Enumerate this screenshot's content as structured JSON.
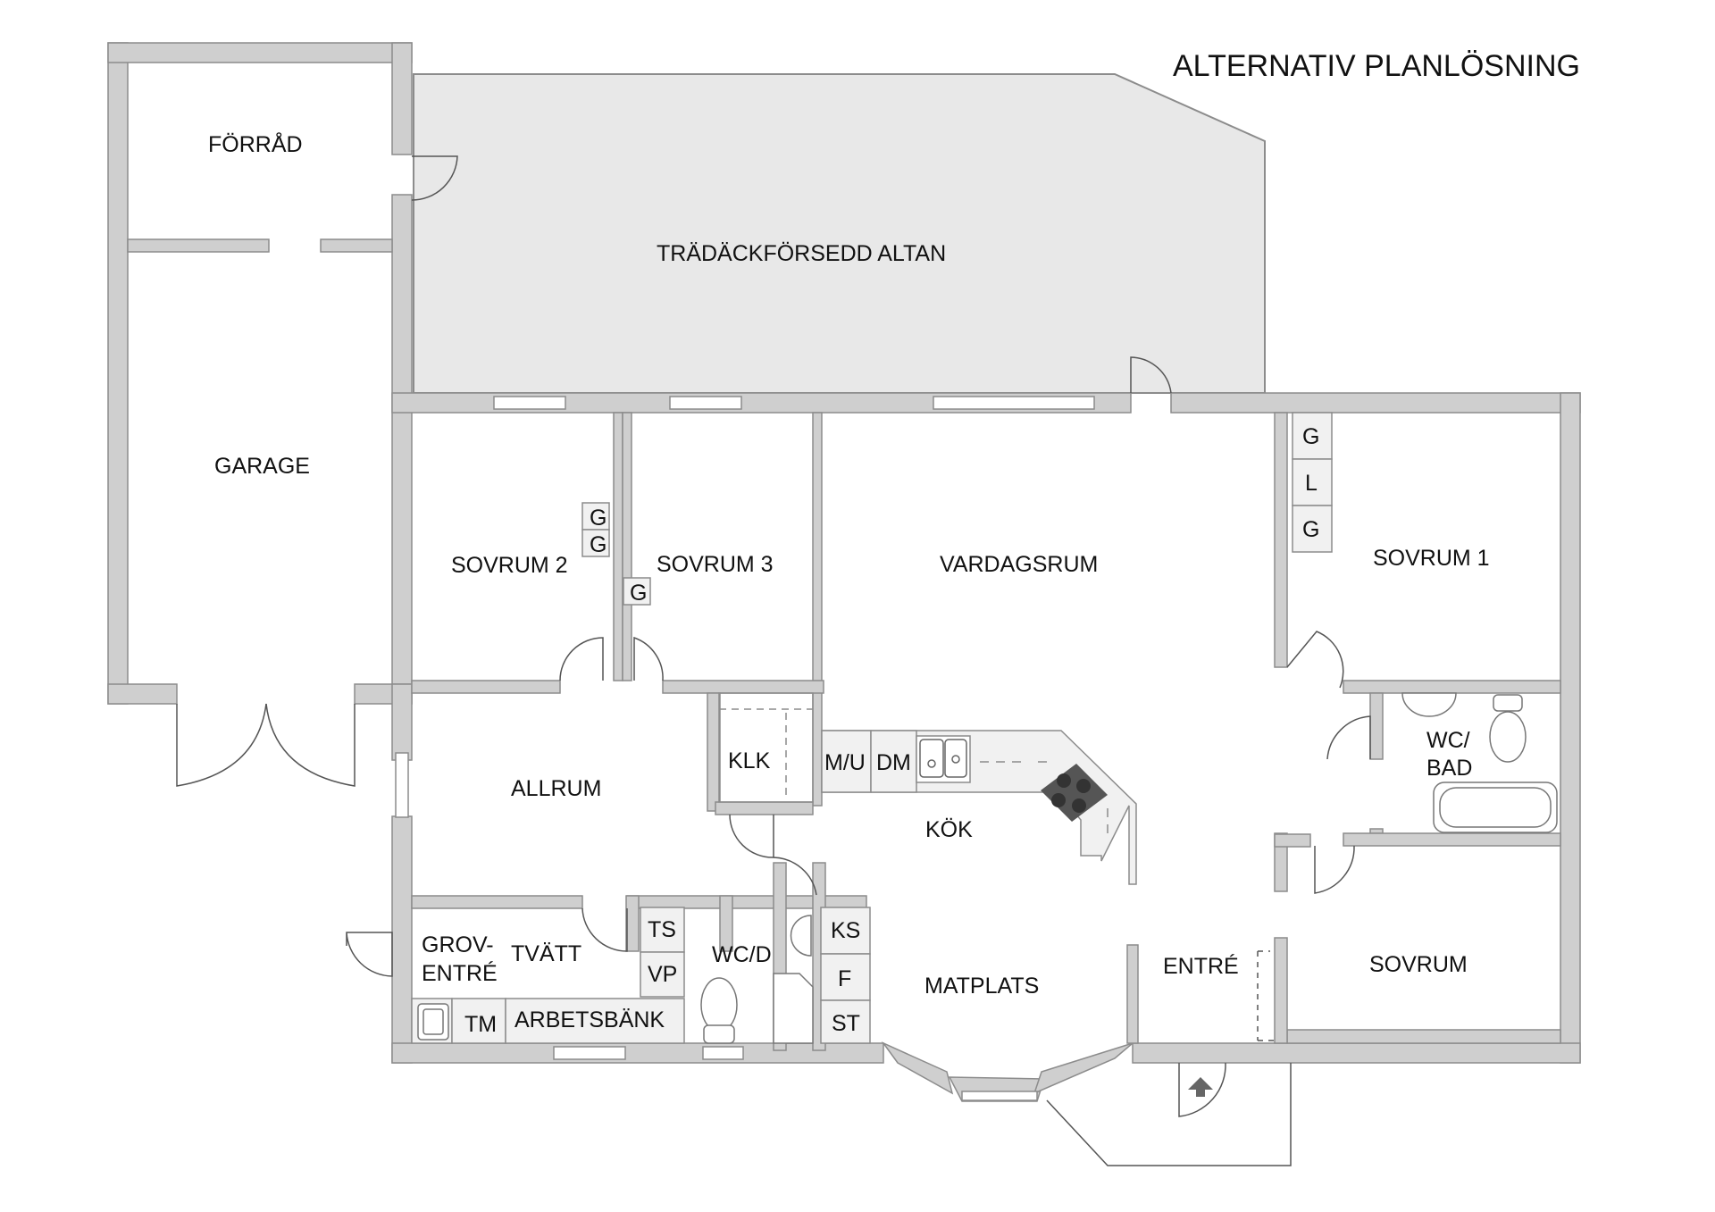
{
  "title": "ALTERNATIV PLANLÖSNING",
  "colors": {
    "wall": "#cfcfcf",
    "wall_stroke": "#8c8c8c",
    "deck": "#e8e8e8",
    "fixture": "#f1f1f1",
    "text": "#111111"
  },
  "rooms": {
    "forrad": "FÖRRÅD",
    "garage": "GARAGE",
    "altan": "TRÄDÄCKFÖRSEDD ALTAN",
    "sovrum2": "SOVRUM 2",
    "sovrum3": "SOVRUM 3",
    "vardagsrum": "VARDAGSRUM",
    "sovrum1": "SOVRUM 1",
    "wcbad_line1": "WC/",
    "wcbad_line2": "BAD",
    "allrum": "ALLRUM",
    "klk": "KLK",
    "kok": "KÖK",
    "grov_line1": "GROV-",
    "grov_line2": "ENTRÉ",
    "tvatt": "TVÄTT",
    "wcd": "WC/D",
    "matplats": "MATPLATS",
    "entre": "ENTRÉ",
    "sovrum": "SOVRUM"
  },
  "fixtures": {
    "g": "G",
    "l": "L",
    "mu": "M/U",
    "dm": "DM",
    "ts": "TS",
    "vp": "VP",
    "tm": "TM",
    "arbetsbank": "ARBETSBÄNK",
    "ks": "KS",
    "f": "F",
    "st": "ST"
  }
}
